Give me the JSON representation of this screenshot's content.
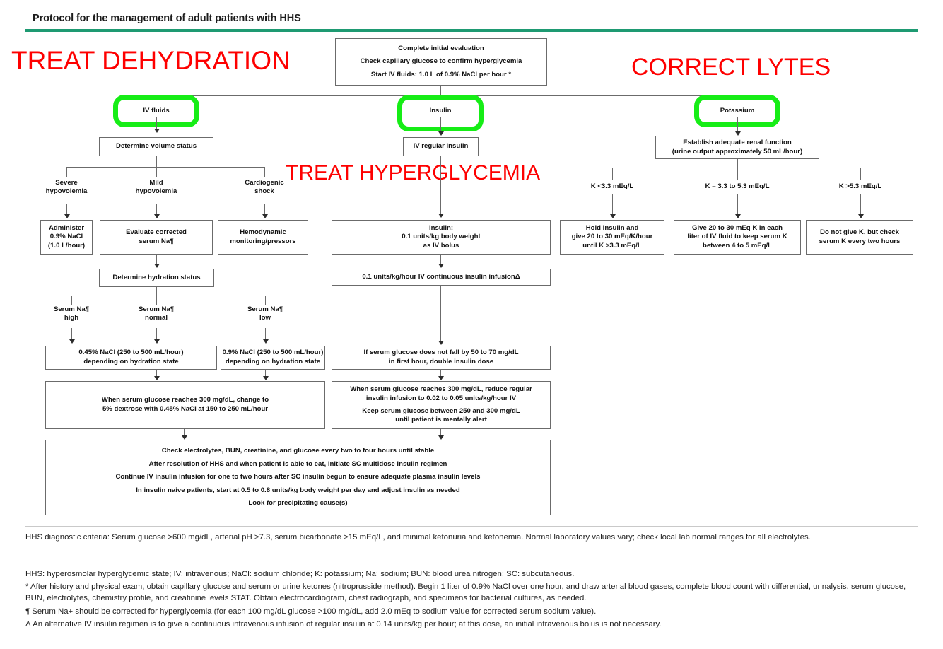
{
  "header": {
    "title": "Protocol for the management of adult patients with HHS",
    "rule_color": "#1e9a72"
  },
  "annotations": {
    "accent_red": "#fe0000",
    "highlight_green": "#16ed16",
    "treat_dehydration": "TREAT DEHYDRATION",
    "correct_lytes": "CORRECT LYTES",
    "treat_hyperglycemia": "TREAT HYPERGLYCEMIA"
  },
  "flowchart": {
    "initial": {
      "l1": "Complete initial evaluation",
      "l2": "Check capillary glucose to confirm hyperglycemia",
      "l3": "Start IV fluids: 1.0 L of 0.9% NaCl per hour *"
    },
    "branches": {
      "iv_fluids": "IV fluids",
      "insulin": "Insulin",
      "potassium": "Potassium"
    },
    "iv": {
      "determine_volume": "Determine volume status",
      "severe_1": "Severe",
      "severe_2": "hypovolemia",
      "mild_1": "Mild",
      "mild_2": "hypovolemia",
      "cardiogenic_1": "Cardiogenic",
      "cardiogenic_2": "shock",
      "administer_1": "Administer",
      "administer_2": "0.9% NaCl",
      "administer_3": "(1.0 L/hour)",
      "evaluate_1": "Evaluate corrected",
      "evaluate_2": "serum Na¶",
      "hemodynamic_1": "Hemodynamic",
      "hemodynamic_2": "monitoring/pressors",
      "determine_hydration": "Determine hydration status",
      "na_high_1": "Serum Na¶",
      "na_high_2": "high",
      "na_normal_1": "Serum Na¶",
      "na_normal_2": "normal",
      "na_low_1": "Serum Na¶",
      "na_low_2": "low",
      "nacl045_1": "0.45% NaCl (250 to 500 mL/hour)",
      "nacl045_2": "depending on hydration state",
      "nacl09_1": "0.9% NaCl (250 to 500 mL/hour)",
      "nacl09_2": "depending on hydration state",
      "dextrose_1": "When serum glucose reaches 300 mg/dL, change to",
      "dextrose_2": "5% dextrose with 0.45% NaCl at 150 to 250 mL/hour"
    },
    "ins": {
      "iv_regular_insulin": "IV regular insulin",
      "bolus_1": "Insulin:",
      "bolus_2": "0.1 units/kg body weight",
      "bolus_3": "as IV bolus",
      "infusion": "0.1 units/kg/hour IV continuous insulin infusionΔ",
      "nofall_1": "If serum glucose does not fall by 50 to 70 mg/dL",
      "nofall_2": "in first hour, double insulin dose",
      "reduce_1": "When serum glucose reaches 300 mg/dL, reduce regular",
      "reduce_2": "insulin infusion to 0.02 to 0.05 units/kg/hour IV",
      "reduce_3": "Keep serum glucose between 250 and 300 mg/dL",
      "reduce_4": "until patient is mentally alert"
    },
    "k": {
      "renal_1": "Establish adequate renal function",
      "renal_2": "(urine output approximately 50 mL/hour)",
      "k_low": "K <3.3 mEq/L",
      "k_mid": "K = 3.3 to 5.3 mEq/L",
      "k_high": "K >5.3 mEq/L",
      "hold_1": "Hold insulin and",
      "hold_2": "give 20 to 30 mEq/K/hour",
      "hold_3": "until K >3.3 mEq/L",
      "give_1": "Give 20 to 30 mEq K in each",
      "give_2": "liter of IV fluid to keep serum K",
      "give_3": "between 4 to 5 mEq/L",
      "none_1": "Do not give K, but check",
      "none_2": "serum K every two hours"
    },
    "summary": {
      "l1": "Check electrolytes, BUN, creatinine, and glucose every two to four hours until stable",
      "l2": "After resolution of HHS and when patient is able to eat, initiate SC multidose insulin regimen",
      "l3": "Continue IV insulin infusion for one to two hours after SC insulin begun to ensure adequate plasma insulin levels",
      "l4": "In insulin naive patients, start at 0.5 to 0.8 units/kg body weight per day and adjust insulin as needed",
      "l5": "Look for precipitating cause(s)"
    }
  },
  "footnotes": {
    "criteria": "HHS diagnostic criteria: Serum glucose >600 mg/dL, arterial pH >7.3, serum bicarbonate >15 mEq/L, and minimal ketonuria and ketonemia. Normal laboratory values vary; check local lab normal ranges for all electrolytes.",
    "abbrev": "HHS: hyperosmolar hyperglycemic state; IV: intravenous; NaCl: sodium chloride; K: potassium; Na: sodium; BUN: blood urea nitrogen; SC: subcutaneous.",
    "star": "* After history and physical exam, obtain capillary glucose and serum or urine ketones (nitroprusside method). Begin 1 liter of 0.9% NaCl over one hour, and draw arterial blood gases, complete blood count with differential, urinalysis, serum glucose, BUN, electrolytes, chemistry profile, and creatinine levels STAT. Obtain electrocardiogram, chest radiograph, and specimens for bacterial cultures, as needed.",
    "pilcrow": "¶ Serum Na+ should be corrected for hyperglycemia (for each 100 mg/dL glucose >100 mg/dL, add 2.0 mEq to sodium value for corrected serum sodium value).",
    "delta": "Δ An alternative IV insulin regimen is to give a continuous intravenous infusion of regular insulin at 0.14 units/kg per hour; at this dose, an initial intravenous bolus is not necessary."
  }
}
